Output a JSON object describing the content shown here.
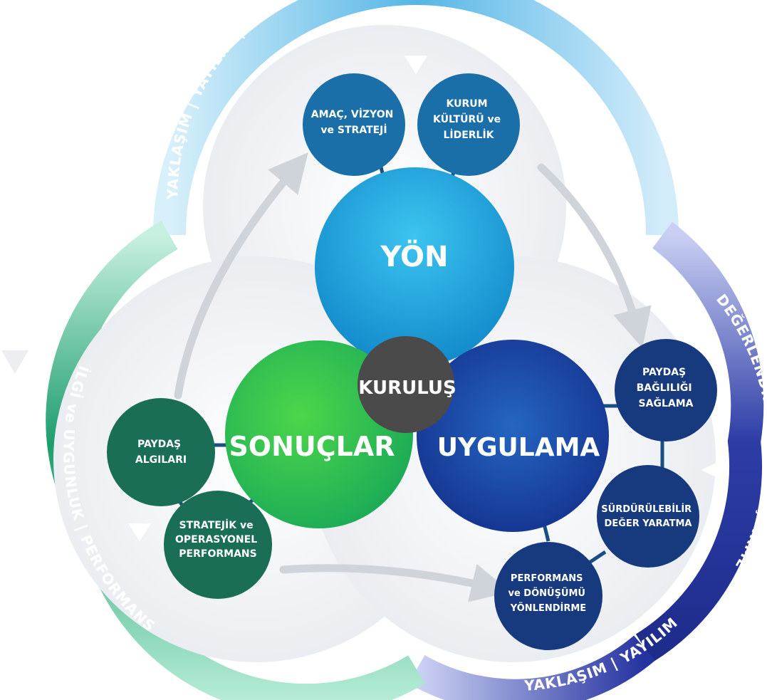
{
  "center": {
    "label": "KURULUŞ"
  },
  "main_circles": {
    "yon": {
      "label": "YÖN"
    },
    "sonuclar": {
      "label": "SONUÇLAR"
    },
    "uygulama": {
      "label": "UYGULAMA"
    }
  },
  "yon_nodes": [
    {
      "lines": [
        "AMAÇ, VİZYON",
        "ve STRATEJİ"
      ]
    },
    {
      "lines": [
        "KURUM",
        "KÜLTÜRÜ ve",
        "LİDERLİK"
      ]
    }
  ],
  "sonuclar_nodes": [
    {
      "lines": [
        "PAYDAŞ",
        "ALGILARI"
      ]
    },
    {
      "lines": [
        "STRATEJİK ve",
        "OPERASYONEL",
        "PERFORMANS"
      ]
    }
  ],
  "uygulama_nodes": [
    {
      "lines": [
        "PAYDAŞ",
        "BAĞLILIĞI",
        "SAĞLAMA"
      ]
    },
    {
      "lines": [
        "SÜRDÜRÜLEBİLİR",
        "DEĞER YARATMA"
      ]
    },
    {
      "lines": [
        "PERFORMANS",
        "ve DÖNÜŞÜMÜ",
        "YÖNLENDİRME"
      ]
    }
  ],
  "ring_labels": {
    "top": "YAKLAŞIM   |   YAYILIM   |   DEĞERLENDİRME ve İYİLEŞTİRME",
    "right": "DEĞERLENDİRME ve İYİLEŞTİRME   |",
    "bottom_right": "YAKLAŞIM   |   YAYILIM",
    "left": "İLGİ ve UYGUNLUK   |   PERFORMANS"
  },
  "colors": {
    "ring_top": "#5ab8e8",
    "ring_right": "#2a3aa0",
    "ring_left": "#1e9e70",
    "yon": "#1aa2dc",
    "sonuclar": "#2fc24a",
    "uygulama": "#163f9e",
    "center": "#4a4a4a",
    "yon_node": "#1a6fa8",
    "sonuclar_node": "#1a6e55",
    "uygulama_node": "#173a7e"
  }
}
